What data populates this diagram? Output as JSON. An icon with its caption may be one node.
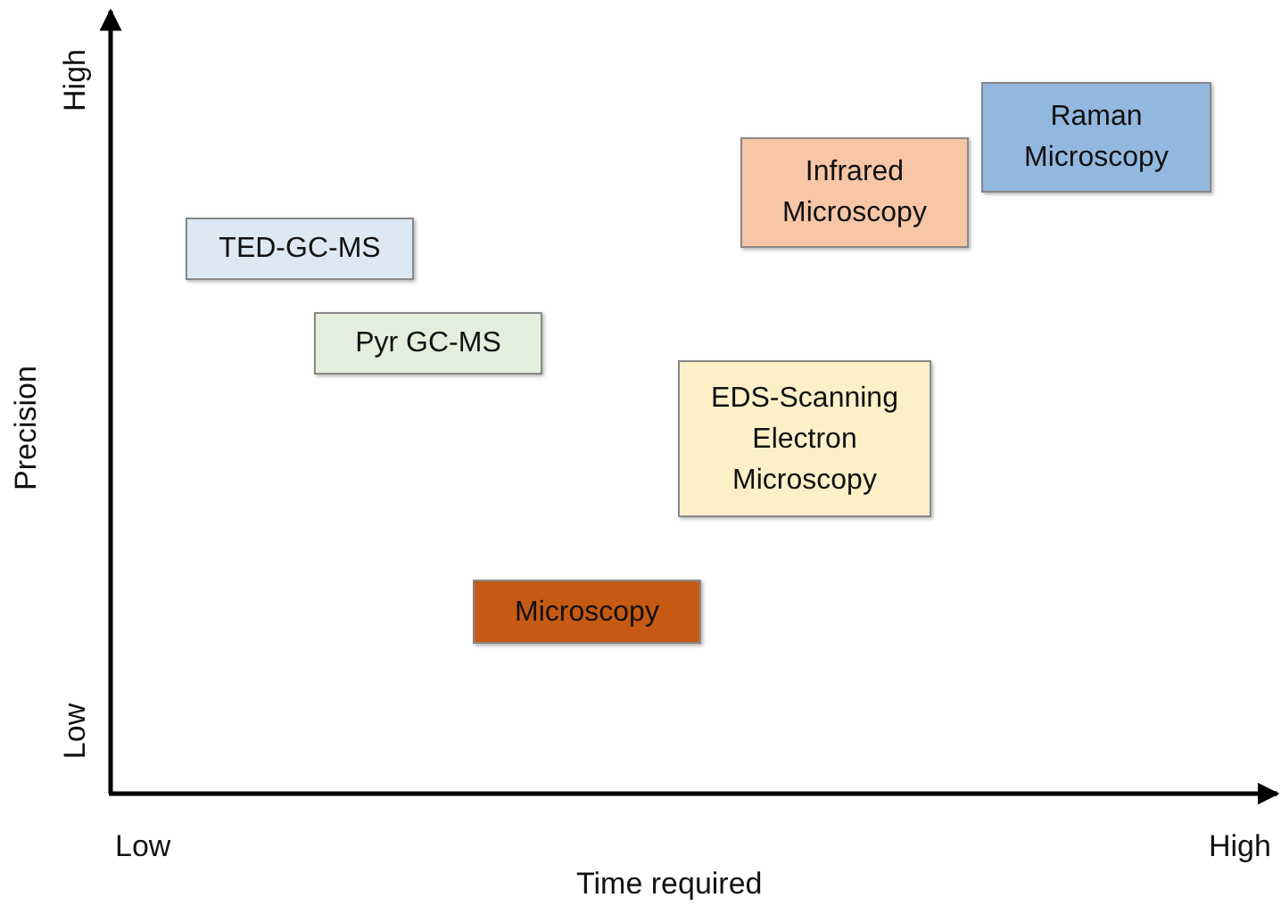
{
  "diagram": {
    "nodes": [
      {
        "text": [
          "TED-GC-MS"
        ]
      },
      {
        "text": [
          "Raman Microscopy"
        ]
      },
      {
        "text": [
          "Infrared Microscopy"
        ]
      },
      {
        "text": [
          "Pyr GC-MS"
        ]
      },
      {
        "text": [
          "EDS-Scanning Electron Microscopy"
        ]
      },
      {
        "text": [
          "Microscopy"
        ]
      }
    ],
    "labels": [
      "High",
      "Precision",
      "Low",
      "Low",
      "High",
      "Time required"
    ]
  }
}
